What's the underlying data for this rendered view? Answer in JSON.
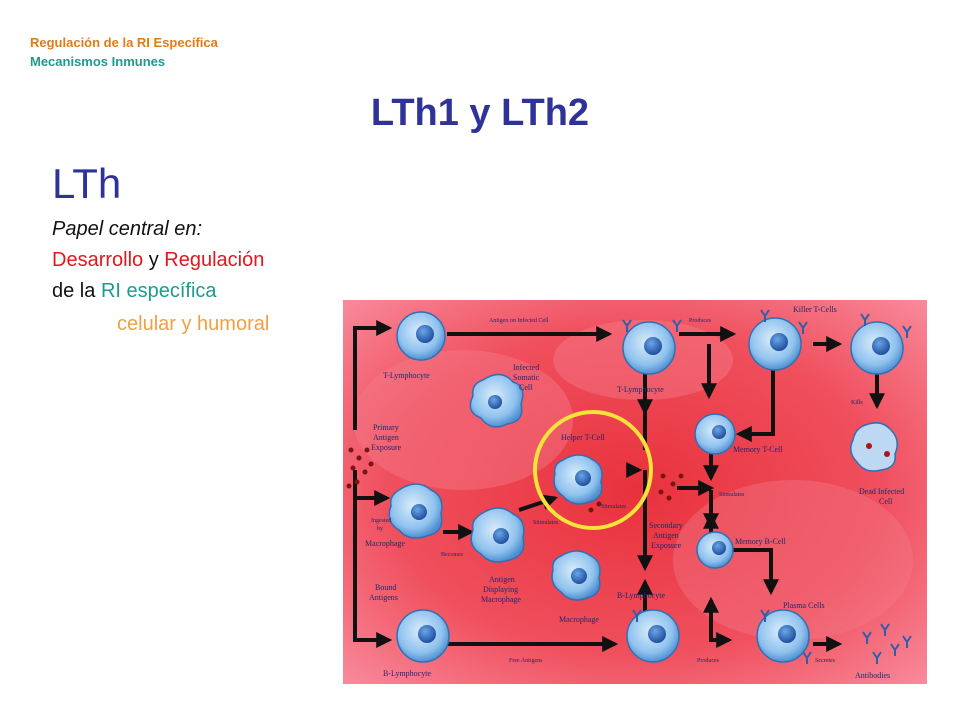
{
  "header": {
    "line1": "Regulación de la RI Específica",
    "line2": "Mecanismos Inmunes"
  },
  "slide": {
    "title": "LTh1 y LTh2",
    "subtitle": "LTh",
    "role_label": "Papel central en",
    "desarrollo": "Desarrollo",
    "y": "y",
    "regulacion": "Regulación",
    "de_la": "de la",
    "ri_especifica": "RI específica",
    "celular": "celular",
    "humoral": "humoral"
  },
  "diagram": {
    "labels": {
      "t_lymphocyte_left": "T-Lymphocyte",
      "antigen_on_infected": "Antigen on Infected Cell",
      "produces_top": "Produces",
      "killer_t": "Killer T-Cells",
      "infected_1": "Infected",
      "infected_2": "Somatic",
      "infected_3": "Cell",
      "t_lymphocyte_right": "T-Lymphocyte",
      "primary_1": "Primary",
      "primary_2": "Antigen",
      "primary_3": "Exposure",
      "helper_t": "Helper T-Cell",
      "memory_t": "Memory T-Cell",
      "kills": "Kills",
      "dead_1": "Dead Infected",
      "dead_2": "Cell",
      "stimulates_1": "Stimulates",
      "stimulates_2": "Stimulates",
      "stimulates_3": "Stimulates",
      "ingested_1": "Ingested",
      "ingested_2": "by",
      "macrophage_left": "Macrophage",
      "becomes": "Becomes",
      "secondary_1": "Secondary",
      "secondary_2": "Antigen",
      "secondary_3": "Exposure",
      "memory_b": "Memory B-Cell",
      "antigen_disp_1": "Antigen",
      "antigen_disp_2": "Displaying",
      "antigen_disp_3": "Macrophage",
      "bound_1": "Bound",
      "bound_2": "Antigens",
      "macrophage_mid": "Macrophage",
      "b_lymphocyte_mid": "B-Lymphocyte",
      "plasma": "Plasma Cells",
      "b_lymphocyte_left": "B-Lymphocyte",
      "free_antigens": "Free Antigens",
      "produces_bottom": "Produces",
      "secretes": "Secretes",
      "antibodies": "Antibodies"
    }
  }
}
